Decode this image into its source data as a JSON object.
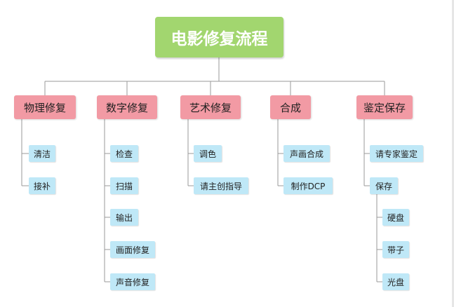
{
  "root": {
    "label": "电影修复流程"
  },
  "categories": [
    {
      "label": "物理修复",
      "items": [
        "清洁",
        "接补"
      ]
    },
    {
      "label": "数字修复",
      "items": [
        "检查",
        "扫描",
        "输出",
        "画面修复",
        "声音修复"
      ]
    },
    {
      "label": "艺术修复",
      "items": [
        "调色",
        "请主创指导"
      ]
    },
    {
      "label": "合成",
      "items": [
        "声画合成",
        "制作DCP"
      ]
    },
    {
      "label": "鉴定保存",
      "items": [
        "请专家鉴定",
        "保存"
      ],
      "sub_items": [
        "硬盘",
        "带子",
        "光盘"
      ]
    }
  ],
  "colors": {
    "root_fill": "#a2d66f",
    "category_fill": "#f29aa4",
    "leaf_fill": "#bfe8f7",
    "connector": "#9a9a9a"
  }
}
